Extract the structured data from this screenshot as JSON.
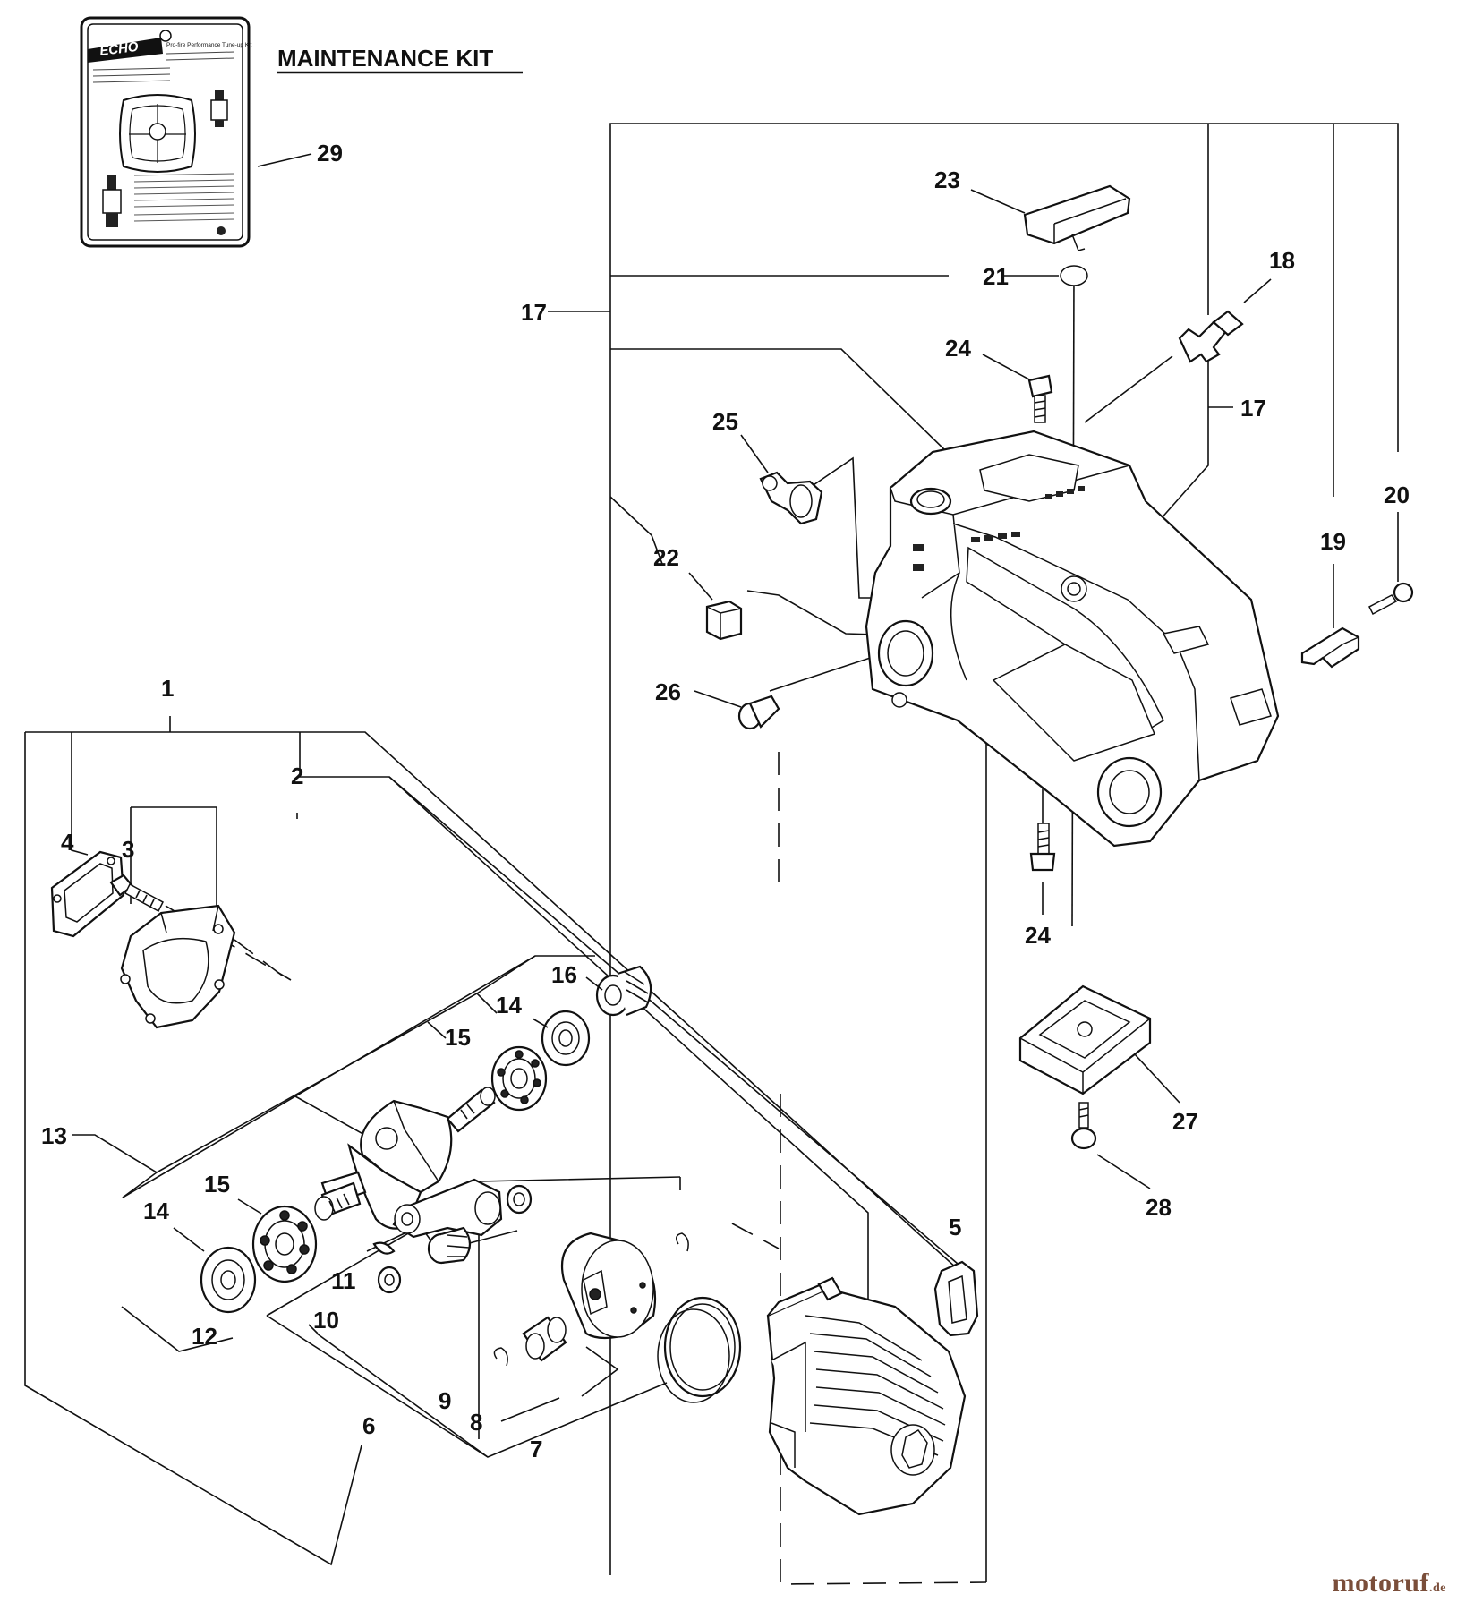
{
  "title": "MAINTENANCE KIT",
  "kit_brand": "ECHO",
  "kit_text": "Pro-fire Performance Tune-up Kit",
  "watermark": {
    "name": "motoruf",
    "suffix": ".de"
  },
  "callouts": [
    "1",
    "2",
    "3",
    "4",
    "5",
    "6",
    "7",
    "8",
    "9",
    "10",
    "11",
    "12",
    "13",
    "14",
    "15",
    "16",
    "17",
    "18",
    "19",
    "20",
    "21",
    "22",
    "23",
    "24",
    "25",
    "26",
    "27",
    "28",
    "29"
  ],
  "dup_callouts": {
    "c17b": "17",
    "c24b": "24",
    "c14b": "14",
    "c15b": "15"
  }
}
